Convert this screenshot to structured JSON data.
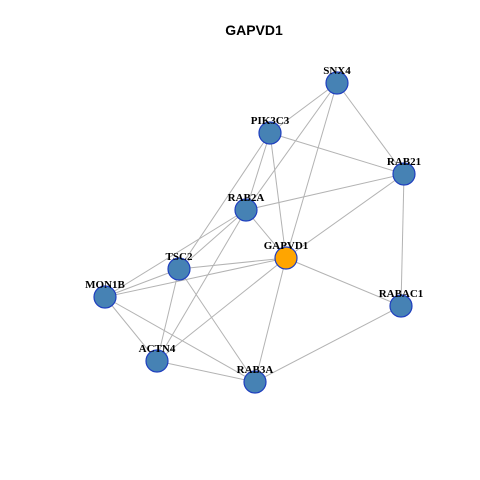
{
  "title": "GAPVD1",
  "colors": {
    "node_fill": "#4682b4",
    "center_fill": "#ffa500",
    "node_stroke": "#1f3fbf",
    "edge": "#b3b3b3"
  },
  "nodes": [
    {
      "id": "SNX4",
      "label": "SNX4",
      "center": false
    },
    {
      "id": "PIK3C3",
      "label": "PIK3C3",
      "center": false
    },
    {
      "id": "RAB21",
      "label": "RAB21",
      "center": false
    },
    {
      "id": "RAB2A",
      "label": "RAB2A",
      "center": false
    },
    {
      "id": "GAPVD1",
      "label": "GAPVD1",
      "center": true
    },
    {
      "id": "TSC2",
      "label": "TSC2",
      "center": false
    },
    {
      "id": "MON1B",
      "label": "MON1B",
      "center": false
    },
    {
      "id": "RABAC1",
      "label": "RABAC1",
      "center": false
    },
    {
      "id": "ACTN4",
      "label": "ACTN4",
      "center": false
    },
    {
      "id": "RAB3A",
      "label": "RAB3A",
      "center": false
    }
  ],
  "edges": [
    [
      "SNX4",
      "PIK3C3"
    ],
    [
      "SNX4",
      "RAB21"
    ],
    [
      "SNX4",
      "RAB2A"
    ],
    [
      "SNX4",
      "GAPVD1"
    ],
    [
      "PIK3C3",
      "RAB21"
    ],
    [
      "PIK3C3",
      "RAB2A"
    ],
    [
      "PIK3C3",
      "GAPVD1"
    ],
    [
      "PIK3C3",
      "TSC2"
    ],
    [
      "RAB21",
      "RAB2A"
    ],
    [
      "RAB21",
      "GAPVD1"
    ],
    [
      "RAB21",
      "RABAC1"
    ],
    [
      "RAB2A",
      "GAPVD1"
    ],
    [
      "RAB2A",
      "TSC2"
    ],
    [
      "RAB2A",
      "MON1B"
    ],
    [
      "RAB2A",
      "ACTN4"
    ],
    [
      "GAPVD1",
      "TSC2"
    ],
    [
      "GAPVD1",
      "MON1B"
    ],
    [
      "GAPVD1",
      "RABAC1"
    ],
    [
      "GAPVD1",
      "ACTN4"
    ],
    [
      "GAPVD1",
      "RAB3A"
    ],
    [
      "TSC2",
      "MON1B"
    ],
    [
      "TSC2",
      "ACTN4"
    ],
    [
      "TSC2",
      "RAB3A"
    ],
    [
      "MON1B",
      "ACTN4"
    ],
    [
      "MON1B",
      "RAB3A"
    ],
    [
      "ACTN4",
      "RAB3A"
    ],
    [
      "RABAC1",
      "RAB3A"
    ]
  ]
}
